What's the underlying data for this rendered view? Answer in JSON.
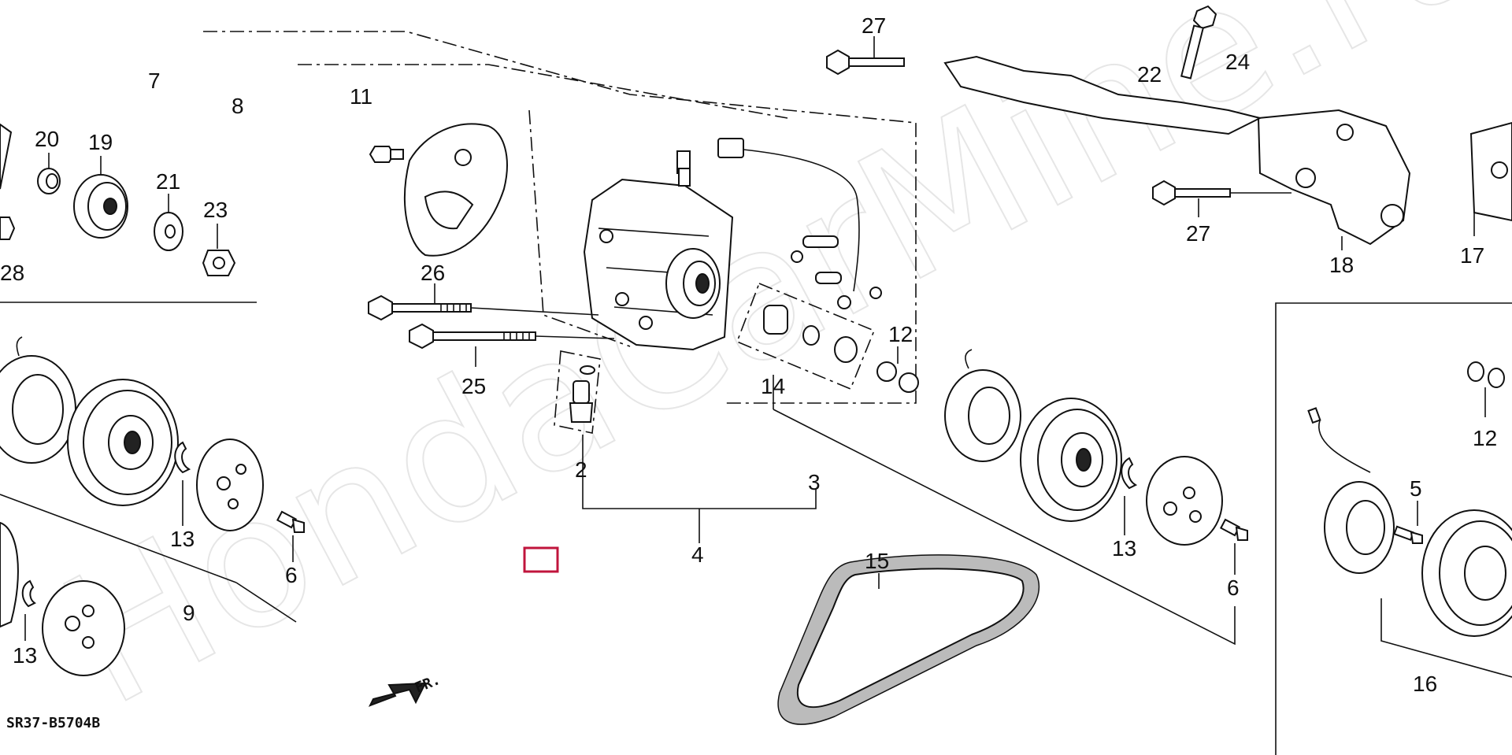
{
  "diagram": {
    "code": "SR37-B5704B",
    "watermark": "HondaCarMine.ru",
    "front_marker": "FR.",
    "highlight_color": "#c0143c",
    "callouts": {
      "c2": "2",
      "c3": "3",
      "c4": "4",
      "c5": "5",
      "c6a": "6",
      "c6b": "6",
      "c7": "7",
      "c8": "8",
      "c9": "9",
      "c11": "11",
      "c12a": "12",
      "c12b": "12",
      "c13a": "13",
      "c13b": "13",
      "c13c": "13",
      "c14": "14",
      "c15": "15",
      "c16": "16",
      "c17": "17",
      "c18": "18",
      "c19": "19",
      "c20": "20",
      "c21": "21",
      "c22": "22",
      "c23": "23",
      "c24": "24",
      "c25": "25",
      "c26": "26",
      "c27a": "27",
      "c27b": "27",
      "c28": "28"
    }
  }
}
